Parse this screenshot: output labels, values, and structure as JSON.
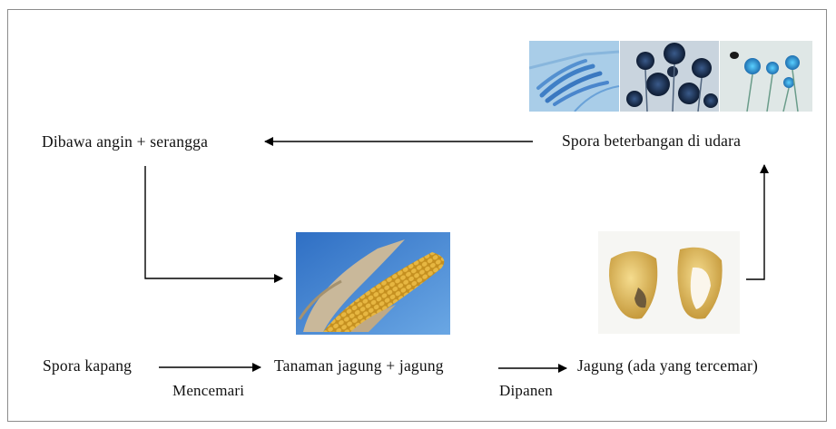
{
  "nodes": {
    "spore_source": "Spora kapang",
    "plant": "Tanaman jagung + jagung",
    "harvest": "Jagung (ada yang tercemar)",
    "airborne": "Spora beterbangan di udara",
    "carried": "Dibawa angin + serangga"
  },
  "edges": {
    "contaminate": "Mencemari",
    "harvested": "Dipanen"
  },
  "images": {
    "microscopy": "microscopy-photos",
    "corn_cob": "corn-cob-photo",
    "corn_kernels": "corn-kernel-photo"
  },
  "colors": {
    "frame": "#8c8c8c",
    "arrow": "#000000",
    "text": "#111111"
  }
}
